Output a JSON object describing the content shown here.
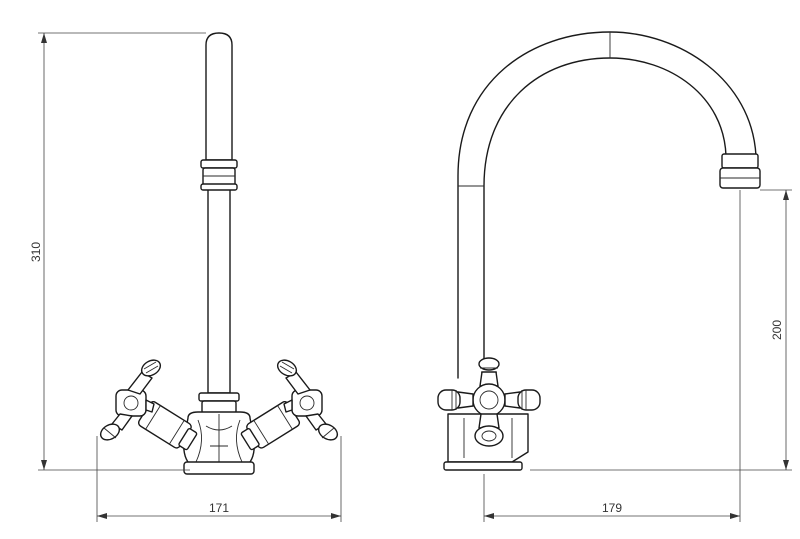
{
  "dimensions": {
    "front_height": "310",
    "front_width": "171",
    "side_width": "179",
    "side_spout_height": "200"
  }
}
